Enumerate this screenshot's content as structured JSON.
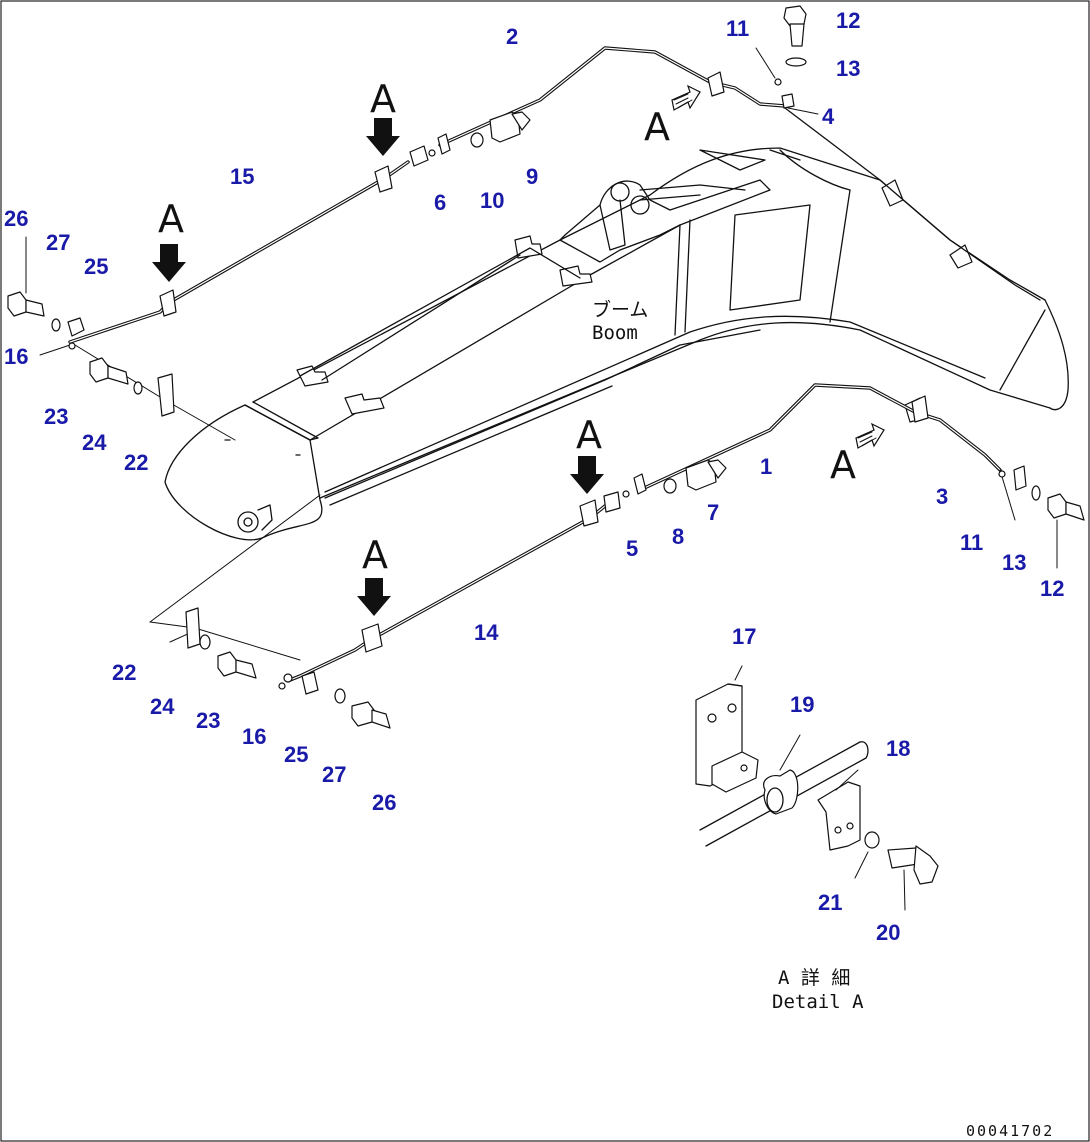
{
  "labels": {
    "boom_jp": "ブーム",
    "boom_en": "Boom",
    "view_arrow": "A",
    "detail_jp": "A 詳 細",
    "detail_en": "Detail A",
    "drawing_code": "00041702"
  },
  "callouts": [
    "1",
    "2",
    "3",
    "4",
    "5",
    "6",
    "7",
    "8",
    "9",
    "10",
    "11",
    "12",
    "13",
    "14",
    "15",
    "16",
    "17",
    "18",
    "19",
    "20",
    "21",
    "22",
    "23",
    "24",
    "25",
    "26",
    "27"
  ]
}
